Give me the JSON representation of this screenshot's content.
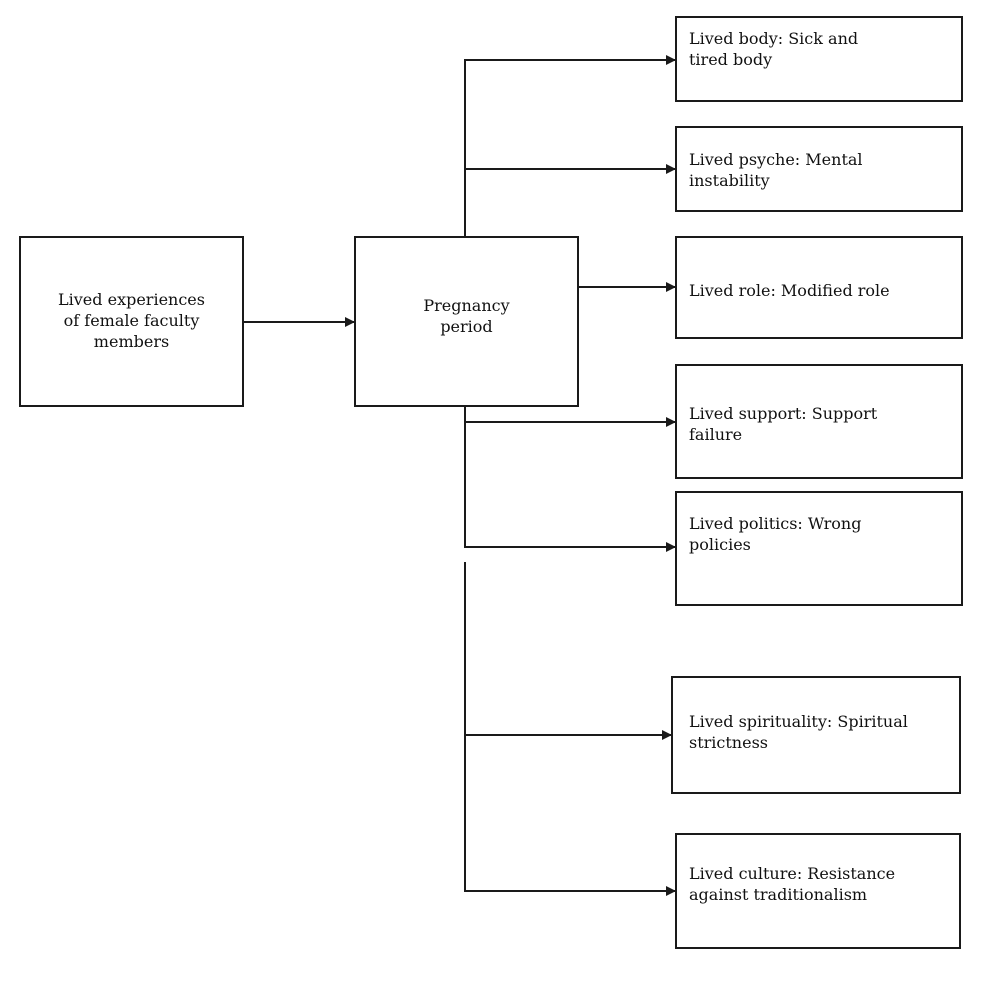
{
  "diagram": {
    "source_box": {
      "line1": "Lived experiences",
      "line2": "of female faculty",
      "line3": "members"
    },
    "hub_box": {
      "line1": "Pregnancy",
      "line2": "period"
    },
    "themes": [
      {
        "line1": "Lived body: Sick and",
        "line2": "tired body"
      },
      {
        "line1": "Lived psyche: Mental",
        "line2": "instability"
      },
      {
        "line1": "Lived role: Modified role",
        "line2": ""
      },
      {
        "line1": "Lived support: Support",
        "line2": "failure"
      },
      {
        "line1": "Lived politics: Wrong",
        "line2": "policies"
      },
      {
        "line1": "Lived spirituality: Spiritual",
        "line2": "strictness"
      },
      {
        "line1": "Lived culture: Resistance",
        "line2": "against traditionalism"
      }
    ]
  }
}
